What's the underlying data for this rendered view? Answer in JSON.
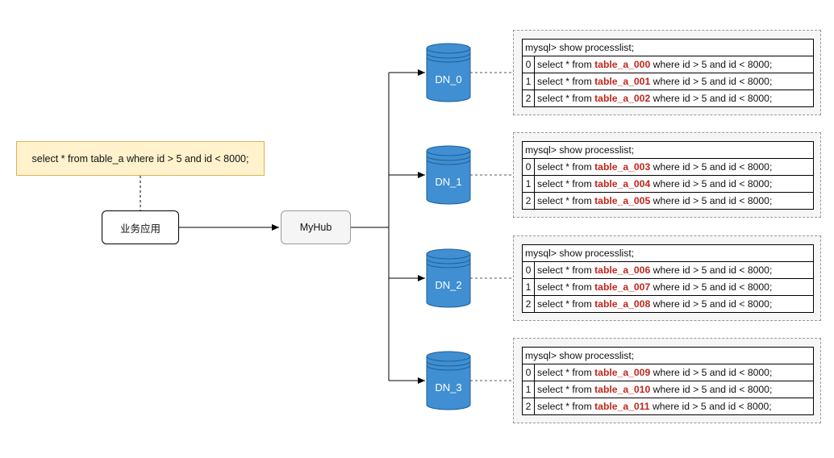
{
  "query_note": "select * from table_a where id > 5 and id < 8000;",
  "app_label": "业务应用",
  "proxy_label": "MyHub",
  "colors": {
    "note_fill": "#fff2cc",
    "db_fill": "#3f8fd2",
    "table_highlight": "#c0261c"
  },
  "data_nodes": [
    {
      "name": "DN_0",
      "header": "mysql> show processlist;",
      "rows": [
        {
          "id": "0",
          "pre": "select * from ",
          "table": "table_a_000",
          "post": " where id > 5 and id < 8000;"
        },
        {
          "id": "1",
          "pre": "select * from ",
          "table": "table_a_001",
          "post": " where id > 5 and id < 8000;"
        },
        {
          "id": "2",
          "pre": "select * from ",
          "table": "table_a_002",
          "post": " where id > 5 and id < 8000;"
        }
      ]
    },
    {
      "name": "DN_1",
      "header": "mysql> show processlist;",
      "rows": [
        {
          "id": "0",
          "pre": "select * from ",
          "table": "table_a_003",
          "post": " where id > 5 and id < 8000;"
        },
        {
          "id": "1",
          "pre": "select * from ",
          "table": "table_a_004",
          "post": " where id > 5 and id < 8000;"
        },
        {
          "id": "2",
          "pre": "select * from ",
          "table": "table_a_005",
          "post": " where id > 5 and id < 8000;"
        }
      ]
    },
    {
      "name": "DN_2",
      "header": "mysql> show processlist;",
      "rows": [
        {
          "id": "0",
          "pre": "select * from ",
          "table": "table_a_006",
          "post": " where id > 5 and id < 8000;"
        },
        {
          "id": "1",
          "pre": "select * from ",
          "table": "table_a_007",
          "post": " where id > 5 and id < 8000;"
        },
        {
          "id": "2",
          "pre": "select * from ",
          "table": "table_a_008",
          "post": " where id > 5 and id < 8000;"
        }
      ]
    },
    {
      "name": "DN_3",
      "header": "mysql> show processlist;",
      "rows": [
        {
          "id": "0",
          "pre": "select * from ",
          "table": "table_a_009",
          "post": " where id > 5 and id < 8000;"
        },
        {
          "id": "1",
          "pre": "select * from ",
          "table": "table_a_010",
          "post": " where id > 5 and id < 8000;"
        },
        {
          "id": "2",
          "pre": "select * from ",
          "table": "table_a_011",
          "post": " where id > 5 and id < 8000;"
        }
      ]
    }
  ]
}
